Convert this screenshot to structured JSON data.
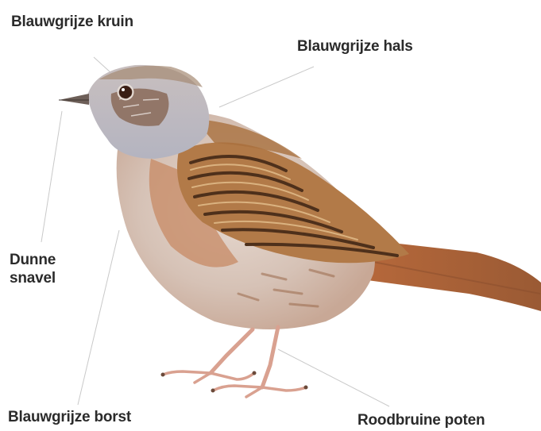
{
  "labels": {
    "crown": "Blauwgrijze kruin",
    "neck": "Blauwgrijze hals",
    "beak_line1": "Dunne",
    "beak_line2": "snavel",
    "chest": "Blauwgrijze borst",
    "legs": "Roodbruine poten"
  },
  "colors": {
    "label_text": "#2b2b2b",
    "leader_line": "#c9c9c9",
    "head_grey": "#b9b9c2",
    "body_brown": "#c9875e",
    "wing_dark": "#5a3a22",
    "leg_pink": "#d9a190"
  }
}
